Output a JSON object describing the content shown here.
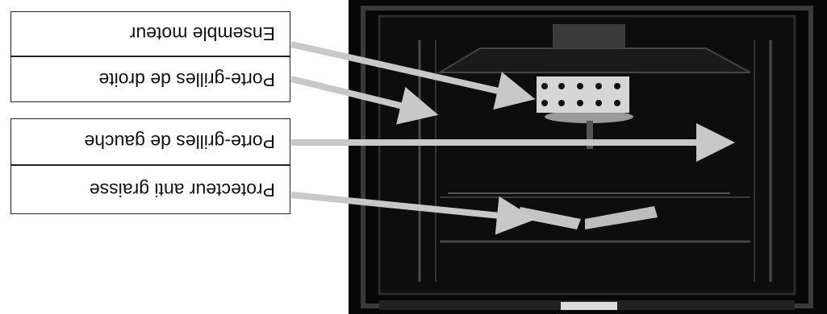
{
  "labels": [
    {
      "id": "ensemble-moteur",
      "text": "Ensemble moteur"
    },
    {
      "id": "porte-grilles-droite",
      "text": "Porte-grilles de droite"
    },
    {
      "id": "porte-grilles-gauche",
      "text": "Porte-grilles de gauche"
    },
    {
      "id": "protecteur-anti-graisse",
      "text": "Protecteur anti graisse"
    }
  ],
  "colors": {
    "background": "#ffffff",
    "photo": "#0a0a0a",
    "arrow": "#c8c8c8",
    "label_border": "#222222"
  }
}
